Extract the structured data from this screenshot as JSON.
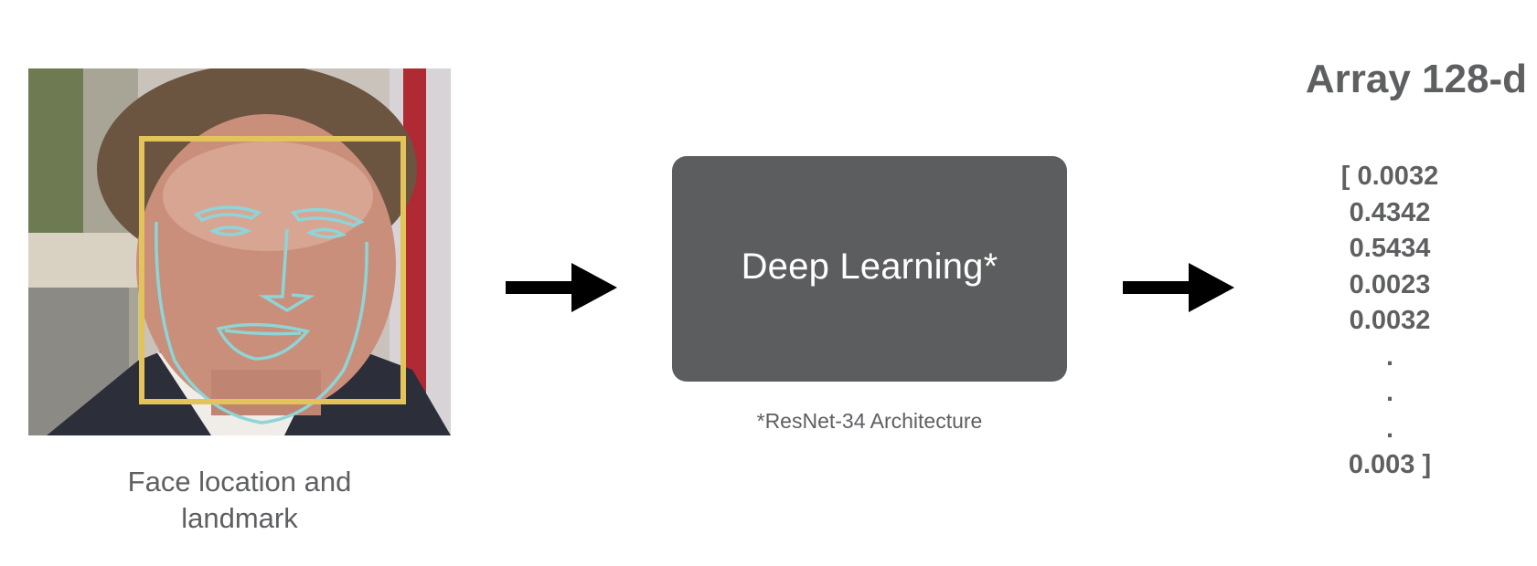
{
  "face_panel": {
    "caption_line1": "Face location and",
    "caption_line2": "landmark",
    "colors": {
      "bounding_box": "#e2c45a",
      "landmarks": "#8fd4d6"
    }
  },
  "arrows": [
    "arrow-right-icon",
    "arrow-right-icon"
  ],
  "model_box": {
    "label": "Deep Learning*",
    "footnote": "*ResNet-34 Architecture",
    "color": "#5c5d5f"
  },
  "output": {
    "title": "Array 128-d",
    "values": [
      "[ 0.0032",
      "0.4342",
      "0.5434",
      "0.0023",
      "0.0032",
      ".",
      ".",
      ".",
      "0.003 ]"
    ]
  }
}
